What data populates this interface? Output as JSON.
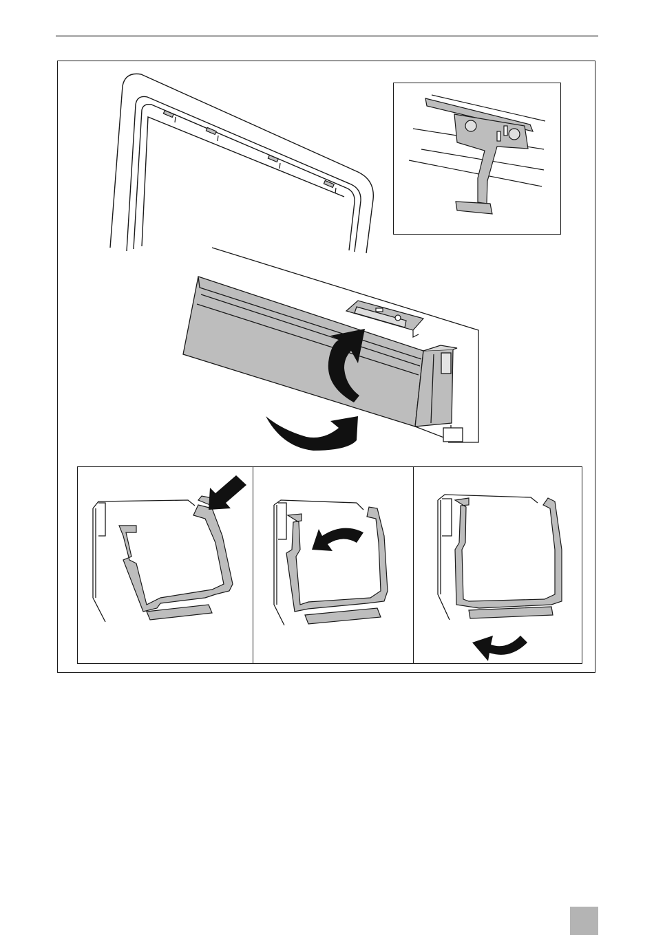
{
  "page": {
    "header_rule_color": "#b4b4b4",
    "tab_color": "#b4b4b4",
    "line_color": "#1a1a1a",
    "part_fill": "#bdbdbd",
    "arrow_color": "#111111"
  },
  "figure": {
    "panels": [
      "window-frame-with-rail",
      "clip-detail-inset",
      "cassette-mounting",
      "step-1-hook",
      "step-2-rotate",
      "step-3-snap"
    ],
    "arrows": [
      "push-arrow",
      "rotate-up-arrow",
      "rotate-down-arrow",
      "curve-up-arrow",
      "curve-down-arrow"
    ]
  }
}
